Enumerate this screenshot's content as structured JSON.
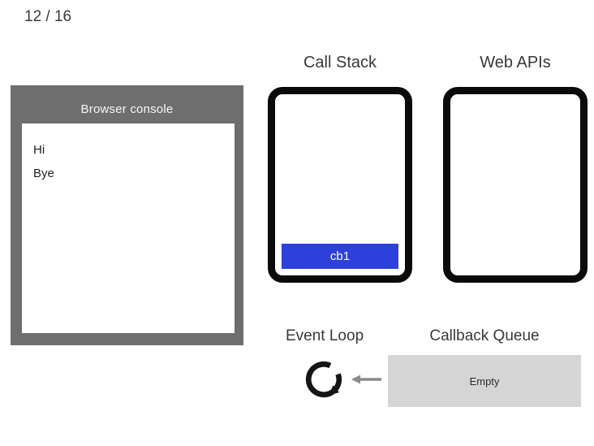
{
  "slide": {
    "counter": "12 / 16"
  },
  "console": {
    "title": "Browser console",
    "lines": [
      "Hi",
      "Bye"
    ],
    "frame_color": "#6e6e6e"
  },
  "call_stack": {
    "label": "Call Stack",
    "frames": [
      {
        "label": "cb1"
      }
    ],
    "frame_color": "#2d40d9",
    "border_color": "#0b0b0b"
  },
  "web_apis": {
    "label": "Web APIs",
    "tasks": []
  },
  "event_loop": {
    "label": "Event Loop",
    "icon": "clockwise-loop-arrow",
    "icon_color": "#151515"
  },
  "callback_queue": {
    "label": "Callback Queue",
    "status": "Empty",
    "box_color": "#d5d5d5"
  },
  "flow_arrow": {
    "icon": "left-arrow",
    "color": "#8a8a8a",
    "direction": "callback-queue-to-event-loop"
  }
}
